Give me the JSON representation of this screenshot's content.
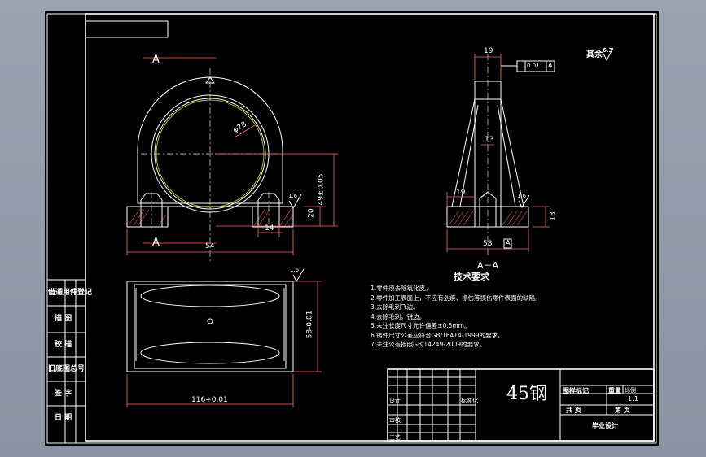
{
  "section_labels": {
    "top_a": "A",
    "bottom_a": "A",
    "section_view": "A－A"
  },
  "dimensions": {
    "diameter": "φ78",
    "center_height": "49±0.05",
    "base_height": "20",
    "hole_offset": "14",
    "overall_width": "54",
    "top_width": "19",
    "flatness_tol": "0.01",
    "datum": "A",
    "inner_width": "13",
    "foot_width": "19",
    "foot_height": "13",
    "side_base_width": "58",
    "bottom_height": "58-0.01",
    "bottom_length": "116+0.01",
    "rough_1": "1.6",
    "rough_2": "1.6",
    "rough_3": "1.6",
    "rough_rest": "6.3"
  },
  "rough_rest_prefix": "其余",
  "tech_title": "技术要求",
  "tech_notes": [
    "1.零件须去除氧化皮。",
    "2.零件加工表面上，不应有划痕、擦伤等损伤零件表面的缺陷。",
    "3.去除毛刺飞边。",
    "4.去除毛刺，锐边。",
    "5.未注长度尺寸允许偏差±0.5mm。",
    "6.铸件尺寸公差应符合GB/T6414-1999的要求。",
    "7.未注公差按照GB/T4249-2009的要求。"
  ],
  "left_column": [
    "借通用件登记",
    "描 图",
    "校 描",
    "旧底图总号",
    "签 字",
    "日 期"
  ],
  "title_block": {
    "material": "45钢",
    "stage_mark": "图样标记",
    "weight": "重量",
    "scale": "比例",
    "scale_value": "1:1",
    "sheets_total": "共 页",
    "sheet_no": "第 页",
    "design": "设计",
    "review": "审核",
    "process": "工艺",
    "standard": "标准化",
    "company": "毕业设计"
  }
}
